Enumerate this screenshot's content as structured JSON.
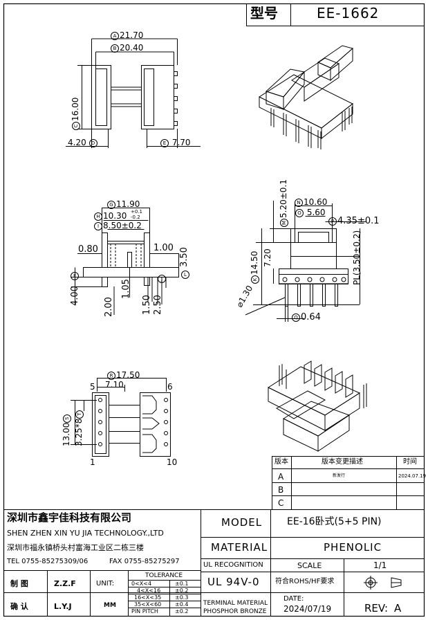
{
  "type_box": {
    "label": "型号",
    "value": "EE-1662"
  },
  "top_view": {
    "dim_A": "21.70",
    "dim_B": "20.40",
    "dim_C": "16.00",
    "dim_D": "4.20",
    "dim_E": "7.70",
    "tag_A": "A",
    "tag_B": "B",
    "tag_C": "C",
    "tag_D": "D",
    "tag_E": "E"
  },
  "front_view": {
    "dim_G": "11.90",
    "dim_H": "10.30",
    "dim_H_tol_upper": "+0.1",
    "dim_H_tol_lower": "-0.2",
    "dim_I": "8.50±0.2",
    "d_080": "0.80",
    "d_100": "1.00",
    "d_350": "3.50",
    "d_105": "1.05",
    "d_400": "4.00",
    "d_200": "2.00",
    "d_150": "1.50",
    "d_250": "2.50",
    "tag_G": "G",
    "tag_H": "H",
    "tag_I": "I",
    "tag_F": "F",
    "tag_J": "J",
    "tag_L": "L"
  },
  "side_view": {
    "dim_N": "10.60",
    "dim_O": "5.60",
    "dim_P": "4.35±0.1",
    "dim_M": "5.20±0.1",
    "dim_K": "14.50",
    "d_720": "7.20",
    "d_pl": "PL(3.50±0.2)",
    "d_130": "1.30",
    "dim_Q": "0.64",
    "tag_N": "N",
    "tag_O": "O",
    "tag_P": "P",
    "tag_M": "M",
    "tag_K": "K",
    "tag_Q": "Q"
  },
  "bottom_view": {
    "dim_R": "17.50",
    "d_710": "7.10",
    "d_1300": "13.00",
    "d_325": "3.25*8",
    "pin5": "5",
    "pin6": "6",
    "pin1": "1",
    "pin10": "10",
    "tag_R": "R",
    "tag_S": "S",
    "tag_T": "T"
  },
  "revision": {
    "headers": [
      "版本",
      "版本变更描述",
      "时间"
    ],
    "rows": [
      {
        "ver": "A",
        "desc": "新发行",
        "date": "2024.07.19"
      },
      {
        "ver": "B",
        "desc": "",
        "date": ""
      },
      {
        "ver": "C",
        "desc": "",
        "date": ""
      }
    ]
  },
  "title_block": {
    "company_cn": "深圳市鑫宇佳科技有限公司",
    "company_en": "SHEN ZHEN XIN YU JIA TECHNOLOGY.,LTD",
    "address": "深圳市福永镇桥头村富海工业区二栋三楼",
    "tel": "TEL 0755-85275309/06",
    "fax": "FAX 0755-85275297",
    "model_label": "MODEL",
    "model_value": "EE-16卧式(5+5 PIN)",
    "material_label": "MATERIAL",
    "material_value": "PHENOLIC",
    "ul_label": "UL RECOGNITION",
    "ul_value": "UL 94V-0",
    "scale_label": "SCALE",
    "scale_value": "1/1",
    "rohs": "符合ROHS/HF要求",
    "drawn_label": "制 图",
    "drawn_value": "Z.Z.F",
    "check_label": "确 认",
    "check_value": "L.Y.J",
    "unit_label": "UNIT:",
    "unit_value": "MM",
    "tolerance_title": "TOLERANCE",
    "tolerances": [
      {
        "range": "0<X<4",
        "tol": "±0.1"
      },
      {
        "range": "4<X<16",
        "tol": "±0.2"
      },
      {
        "range": "16<X<35",
        "tol": "±0.3"
      },
      {
        "range": "35<X<60",
        "tol": "±0.4"
      },
      {
        "range": "PIN PITCH",
        "tol": "±0.2"
      }
    ],
    "terminal_label_1": "TERMINAL MATERIAL",
    "terminal_label_2": "PHOSPHOR BRONZE",
    "date_label": "DATE:",
    "date_value": "2024/07/19",
    "rev_label": "REV:",
    "rev_value": "A"
  }
}
